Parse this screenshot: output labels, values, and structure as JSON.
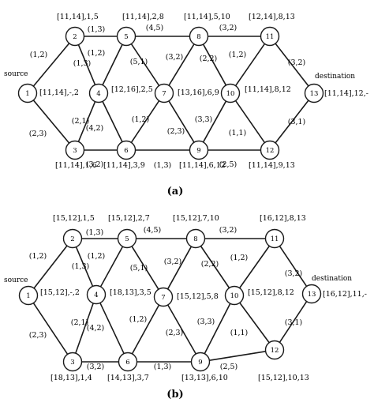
{
  "diagrams": [
    {
      "caption": "(a)",
      "source_label": "source",
      "destination_label": "destination",
      "nodes": [
        {
          "id": "1",
          "tag": "[11,14],-,2"
        },
        {
          "id": "2",
          "tag": "[11,14],1,5"
        },
        {
          "id": "3",
          "tag": "[11,14],1,6"
        },
        {
          "id": "4",
          "tag": "[12,16],2,5"
        },
        {
          "id": "5",
          "tag": "[11,14],2,8"
        },
        {
          "id": "6",
          "tag": "[11,14],3,9"
        },
        {
          "id": "7",
          "tag": "[13,16],6,9"
        },
        {
          "id": "8",
          "tag": "[11,14],5,10"
        },
        {
          "id": "9",
          "tag": "[11,14],6,12"
        },
        {
          "id": "10",
          "tag": "[11,14],8,12"
        },
        {
          "id": "11",
          "tag": "[12,14],8,13"
        },
        {
          "id": "12",
          "tag": "[11,14],9,13"
        },
        {
          "id": "13",
          "tag": "[11,14],12,-"
        }
      ],
      "edges": [
        {
          "from": "1",
          "to": "2",
          "label": "(1,2)"
        },
        {
          "from": "1",
          "to": "3",
          "label": "(2,3)"
        },
        {
          "from": "2",
          "to": "5",
          "label": "(1,3)"
        },
        {
          "from": "2",
          "to": "4",
          "label": "(1,3)"
        },
        {
          "from": "3",
          "to": "4",
          "label": "(2,1)"
        },
        {
          "from": "3",
          "to": "6",
          "label": "(3,2)"
        },
        {
          "from": "4",
          "to": "5",
          "label": "(1,2)"
        },
        {
          "from": "4",
          "to": "6",
          "label": "(4,2)"
        },
        {
          "from": "5",
          "to": "8",
          "label": "(4,5)"
        },
        {
          "from": "5",
          "to": "7",
          "label": "(5,1)"
        },
        {
          "from": "6",
          "to": "7",
          "label": "(1,2)"
        },
        {
          "from": "6",
          "to": "9",
          "label": "(1,3)"
        },
        {
          "from": "7",
          "to": "8",
          "label": "(3,2)"
        },
        {
          "from": "7",
          "to": "9",
          "label": "(2,3)"
        },
        {
          "from": "8",
          "to": "11",
          "label": "(3,2)"
        },
        {
          "from": "8",
          "to": "10",
          "label": "(2,2)"
        },
        {
          "from": "9",
          "to": "10",
          "label": "(3,3)"
        },
        {
          "from": "9",
          "to": "12",
          "label": "(2,5)"
        },
        {
          "from": "10",
          "to": "11",
          "label": "(1,2)"
        },
        {
          "from": "10",
          "to": "12",
          "label": "(1,1)"
        },
        {
          "from": "11",
          "to": "13",
          "label": "(3,2)"
        },
        {
          "from": "12",
          "to": "13",
          "label": "(3,1)"
        }
      ]
    },
    {
      "caption": "(b)",
      "source_label": "source",
      "destination_label": "destination",
      "nodes": [
        {
          "id": "1",
          "tag": "[15,12],-,2"
        },
        {
          "id": "2",
          "tag": "[15,12],1,5"
        },
        {
          "id": "3",
          "tag": "[18,13],1,4"
        },
        {
          "id": "4",
          "tag": "[18,13],3,5"
        },
        {
          "id": "5",
          "tag": "[15,12],2,7"
        },
        {
          "id": "6",
          "tag": "[14,13],3,7"
        },
        {
          "id": "7",
          "tag": "[15,12],5,8"
        },
        {
          "id": "8",
          "tag": "[15,12],7,10"
        },
        {
          "id": "9",
          "tag": "[13,13],6,10"
        },
        {
          "id": "10",
          "tag": "[15,12],8,12"
        },
        {
          "id": "11",
          "tag": "[16,12],8,13"
        },
        {
          "id": "12",
          "tag": "[15,12],10,13"
        },
        {
          "id": "13",
          "tag": "[16,12],11,-"
        }
      ],
      "edges": [
        {
          "from": "1",
          "to": "2",
          "label": "(1,2)"
        },
        {
          "from": "1",
          "to": "3",
          "label": "(2,3)"
        },
        {
          "from": "2",
          "to": "5",
          "label": "(1,3)"
        },
        {
          "from": "2",
          "to": "4",
          "label": "(1,3)"
        },
        {
          "from": "3",
          "to": "4",
          "label": "(2,1)"
        },
        {
          "from": "3",
          "to": "6",
          "label": "(3,2)"
        },
        {
          "from": "4",
          "to": "5",
          "label": "(1,2)"
        },
        {
          "from": "4",
          "to": "6",
          "label": "(4,2)"
        },
        {
          "from": "5",
          "to": "8",
          "label": "(4,5)"
        },
        {
          "from": "5",
          "to": "7",
          "label": "(5,1)"
        },
        {
          "from": "6",
          "to": "7",
          "label": "(1,2)"
        },
        {
          "from": "6",
          "to": "9",
          "label": "(1,3)"
        },
        {
          "from": "7",
          "to": "8",
          "label": "(3,2)"
        },
        {
          "from": "7",
          "to": "9",
          "label": "(2,3)"
        },
        {
          "from": "8",
          "to": "11",
          "label": "(3,2)"
        },
        {
          "from": "8",
          "to": "10",
          "label": "(2,2)"
        },
        {
          "from": "9",
          "to": "10",
          "label": "(3,3)"
        },
        {
          "from": "9",
          "to": "12",
          "label": "(2,5)"
        },
        {
          "from": "10",
          "to": "11",
          "label": "(1,2)"
        },
        {
          "from": "10",
          "to": "12",
          "label": "(1,1)"
        },
        {
          "from": "11",
          "to": "13",
          "label": "(3,2)"
        },
        {
          "from": "12",
          "to": "13",
          "label": "(3,1)"
        }
      ]
    }
  ]
}
